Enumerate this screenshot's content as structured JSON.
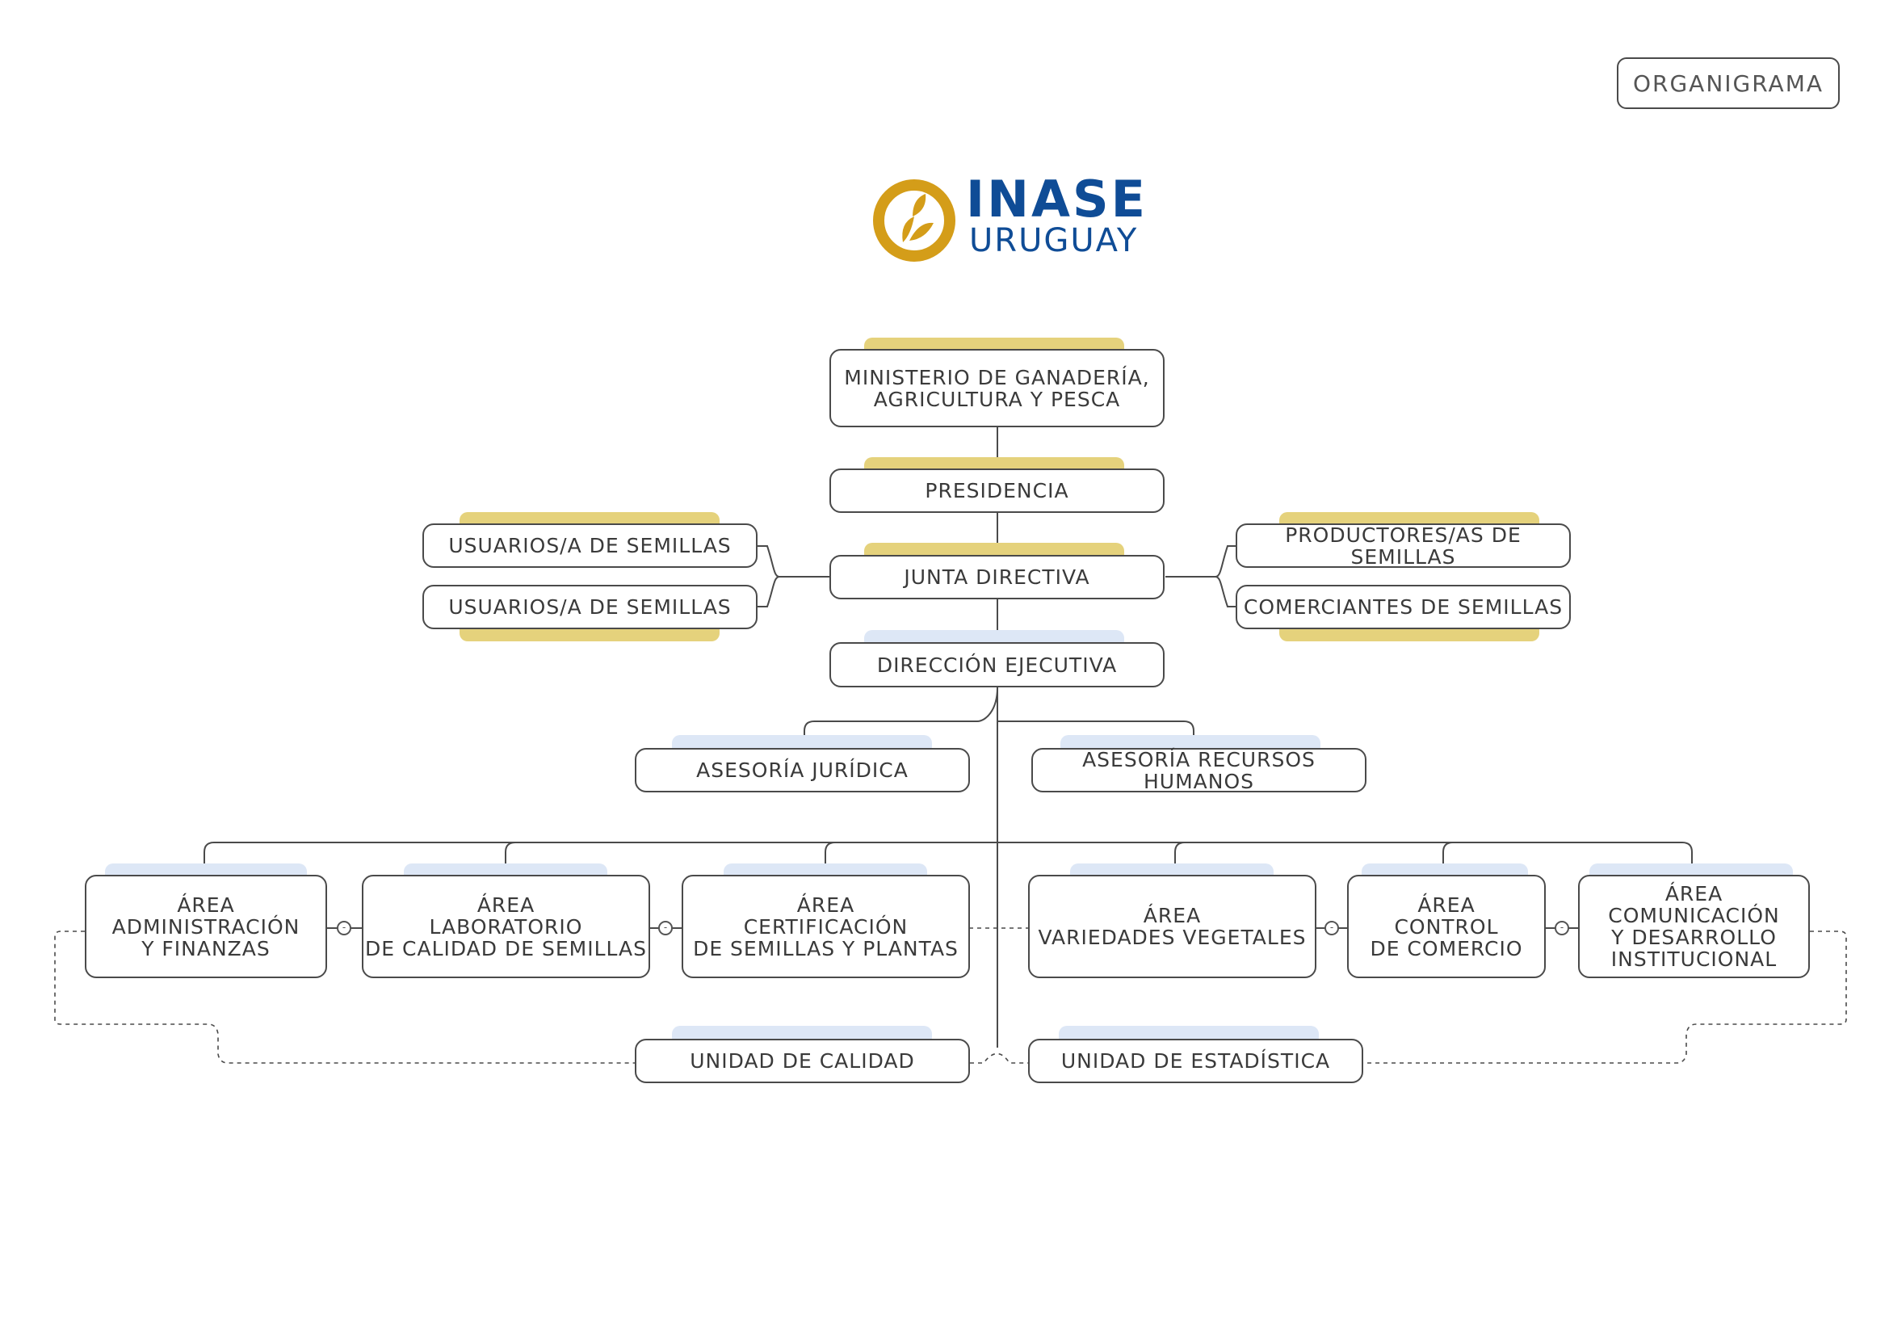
{
  "header": {
    "badge": "ORGANIGRAMA"
  },
  "logo": {
    "line1": "INASE",
    "line2": "URUGUAY",
    "icon": "leaf-circle-icon",
    "gold": "#d49d19",
    "blue": "#0f4c96"
  },
  "colors": {
    "accent_gold": "#e5d27c",
    "accent_blue": "#dde7f6",
    "line": "#4a4a4a"
  },
  "nodes": {
    "ministerio": "MINISTERIO DE GANADERÍA,\nAGRICULTURA Y PESCA",
    "presidencia": "PRESIDENCIA",
    "junta": "JUNTA DIRECTIVA",
    "usuarios1": "USUARIOS/A DE SEMILLAS",
    "usuarios2": "USUARIOS/A DE SEMILLAS",
    "productores": "PRODUCTORES/AS DE SEMILLAS",
    "comerciantes": "COMERCIANTES DE SEMILLAS",
    "direccion": "DIRECCIÓN EJECUTIVA",
    "asesoria_juridica": "ASESORÍA JURÍDICA",
    "asesoria_rrhh": "ASESORÍA RECURSOS HUMANOS",
    "area_admin": "ÁREA\nADMINISTRACIÓN\nY FINANZAS",
    "area_laboratorio": "ÁREA\nLABORATORIO\nDE CALIDAD DE SEMILLAS",
    "area_certificacion": "ÁREA\nCERTIFICACIÓN\nDE SEMILLAS Y PLANTAS",
    "area_variedades": "ÁREA\nVARIEDADES VEGETALES",
    "area_control": "ÁREA\nCONTROL\nDE COMERCIO",
    "area_comunicacion": "ÁREA\nCOMUNICACIÓN\nY DESARROLLO\nINSTITUCIONAL",
    "unidad_calidad": "UNIDAD DE CALIDAD",
    "unidad_estadistica": "UNIDAD DE ESTADÍSTICA"
  }
}
